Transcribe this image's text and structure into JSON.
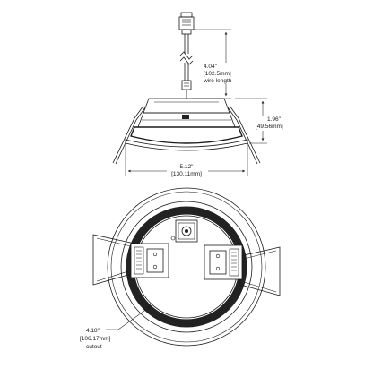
{
  "dimensions": {
    "wire_length": {
      "imperial": "4.04\"",
      "metric": "[102.5mm]",
      "caption": "wire length"
    },
    "height": {
      "imperial": "1.96\"",
      "metric": "[49.56mm]"
    },
    "width": {
      "imperial": "5.12\"",
      "metric": "[130.11mm]"
    },
    "cutout": {
      "imperial": "4.18\"",
      "metric": "[106.17mm]",
      "caption": "cutout"
    }
  },
  "colors": {
    "line": "#1a1a1a",
    "background": "#ffffff"
  }
}
